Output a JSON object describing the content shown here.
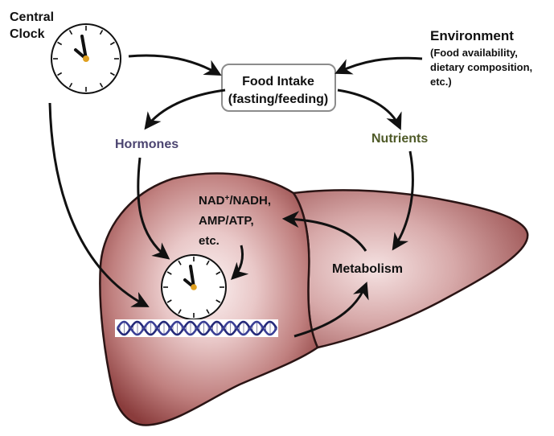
{
  "labels": {
    "central_clock_line1": "Central",
    "central_clock_line2": "Clock",
    "environment_title": "Environment",
    "environment_sub1": "(Food availability,",
    "environment_sub2": "dietary composition,",
    "environment_sub3": "etc.)",
    "food_intake_line1": "Food Intake",
    "food_intake_line2": "(fasting/feeding)",
    "hormones": "Hormones",
    "nutrients": "Nutrients",
    "nad_line1_a": "NAD",
    "nad_line1_sup": "+",
    "nad_line1_b": "/NADH,",
    "nad_line2": "AMP/ATP,",
    "nad_line3": "etc.",
    "metabolism": "Metabolism"
  },
  "colors": {
    "hormones": "#4b4470",
    "nutrients": "#4f5a28",
    "liver_edge": "#2a1414",
    "liver_center": "#fbf1f1",
    "liver_mid": "#c58a8a",
    "liver_outer": "#8a3c3c",
    "dna_strand": "#252a7a",
    "clock_hand_dot": "#e0a020"
  }
}
